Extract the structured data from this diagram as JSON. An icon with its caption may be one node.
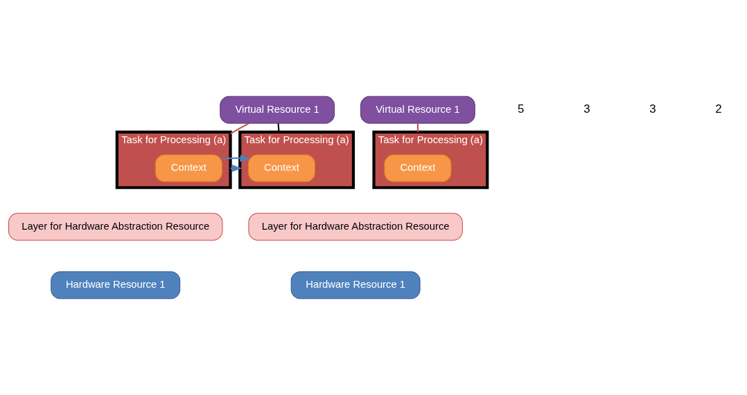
{
  "diagram": {
    "nodes": [
      {
        "text": [
          "Virtual Resource 1"
        ]
      },
      {
        "text": [
          "Virtual Resource 1"
        ]
      },
      {
        "text": [
          "Task for Processing (a)"
        ]
      },
      {
        "text": [
          "Context"
        ],
        "in": 2
      },
      {
        "text": [
          "Task for Processing (a)"
        ]
      },
      {
        "text": [
          "Context"
        ],
        "in": 4
      },
      {
        "text": [
          "Task for Processing (a)"
        ]
      },
      {
        "text": [
          "Context"
        ],
        "in": 6
      },
      {
        "text": [
          "Layer for Hardware Abstraction Resource"
        ]
      },
      {
        "text": [
          "Layer for Hardware Abstraction Resource"
        ]
      },
      {
        "text": [
          "Hardware Resource 1"
        ]
      },
      {
        "text": [
          "Hardware Resource 1"
        ]
      }
    ],
    "edges": [
      {
        "from": 0,
        "to": 2,
        "arrow": "none",
        "color": "#c0504d"
      },
      {
        "from": 0,
        "to": 4,
        "arrow": "none",
        "color": "#000000"
      },
      {
        "from": 1,
        "to": 6,
        "arrow": "none",
        "color": "#c0504d"
      },
      {
        "from": 2,
        "to": 4,
        "arrow": "to",
        "color": "#4f81bd"
      },
      {
        "from": 3,
        "to": 5,
        "arrow": "to",
        "color": "#4f81bd"
      }
    ],
    "labels": [
      "5",
      "3",
      "3",
      "2"
    ]
  }
}
